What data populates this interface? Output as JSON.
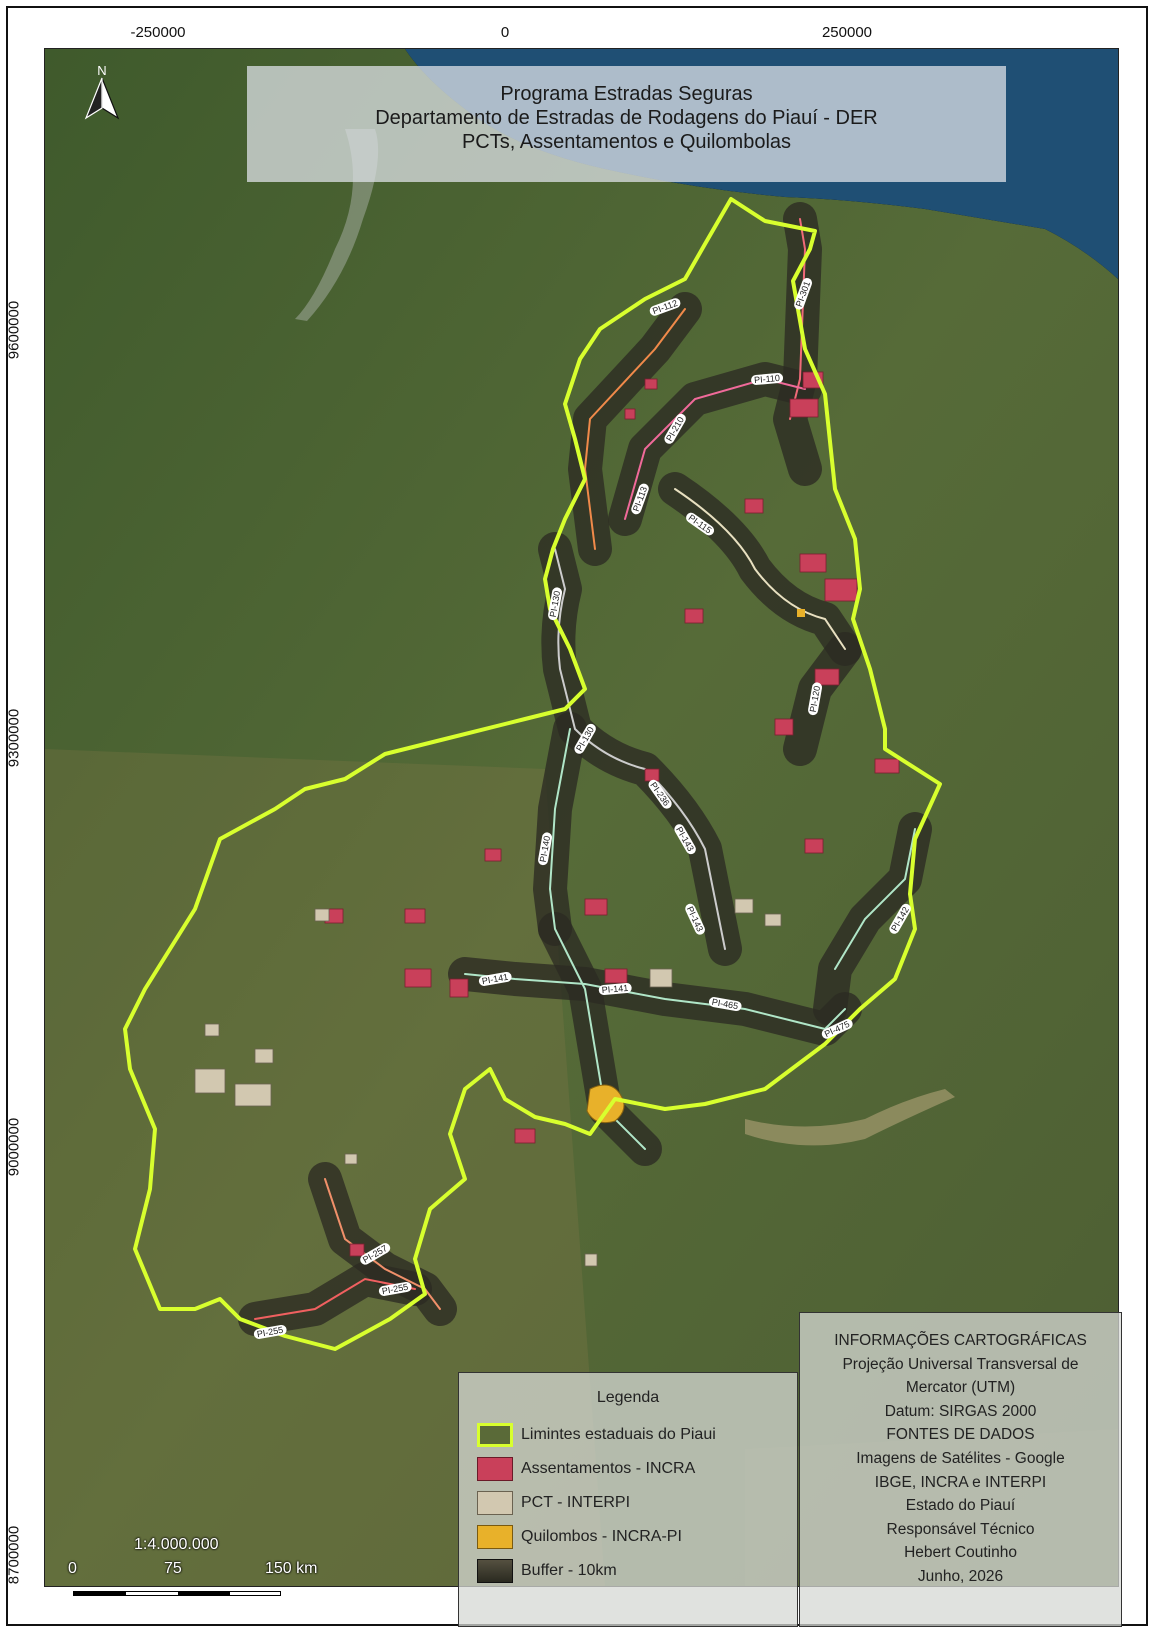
{
  "title": {
    "line1": "Programa Estradas Seguras",
    "line2": "Departamento de Estradas de Rodagens do Piauí - DER",
    "line3": "PCTs, Assentamentos e Quilombolas"
  },
  "grid": {
    "top_ticks": [
      "-250000",
      "0",
      "250000"
    ],
    "left_ticks": [
      "9600000",
      "9300000",
      "9000000",
      "8700000"
    ]
  },
  "north_arrow": {
    "label": "N",
    "icon": "north-arrow-icon"
  },
  "roads": [
    "PI-301",
    "PI-112",
    "PI-110",
    "PI-210",
    "PI-113",
    "PI-115",
    "PI-120",
    "PI-130",
    "PI-236",
    "PI-143",
    "PI-140",
    "PI-141",
    "PI-465",
    "PI-475",
    "PI-142",
    "PI-257",
    "PI-255"
  ],
  "legend": {
    "title": "Legenda",
    "items": [
      {
        "label": "Limintes estaduais do Piaui",
        "color": "#d8ff2e",
        "fill": "#4a5a30"
      },
      {
        "label": "Assentamentos - INCRA",
        "color": "#c9405a",
        "fill": "#c9405a"
      },
      {
        "label": "PCT - INTERPI",
        "color": "#d2c8b0",
        "fill": "#d2c8b0"
      },
      {
        "label": "Quilombos - INCRA-PI",
        "color": "#e8b12a",
        "fill": "#e8b12a"
      },
      {
        "label": "Buffer - 10km",
        "color": "#2a2a20",
        "fill": "#3c3c30"
      }
    ]
  },
  "carto_info": {
    "lines": [
      "INFORMAÇÕES CARTOGRÁFICAS",
      "Projeção Universal Transversal de",
      "Mercator (UTM)",
      "Datum: SIRGAS 2000",
      "FONTES DE DADOS",
      "Imagens de Satélites - Google",
      "IBGE, INCRA e INTERPI",
      "Estado do Piauí",
      "Responsável Técnico",
      "Hebert Coutinho",
      "Junho, 2026"
    ]
  },
  "scale": {
    "ratio": "1:4.000.000",
    "labels": [
      "0",
      "75",
      "150 km"
    ]
  },
  "colors": {
    "boundary": "#d8ff2e",
    "assentamento": "#c9405a",
    "pct": "#d2c8b0",
    "quilombo": "#e8b12a",
    "buffer": "#2b2a22",
    "ocean": "#1f4f74",
    "land": "#4b5e34"
  }
}
